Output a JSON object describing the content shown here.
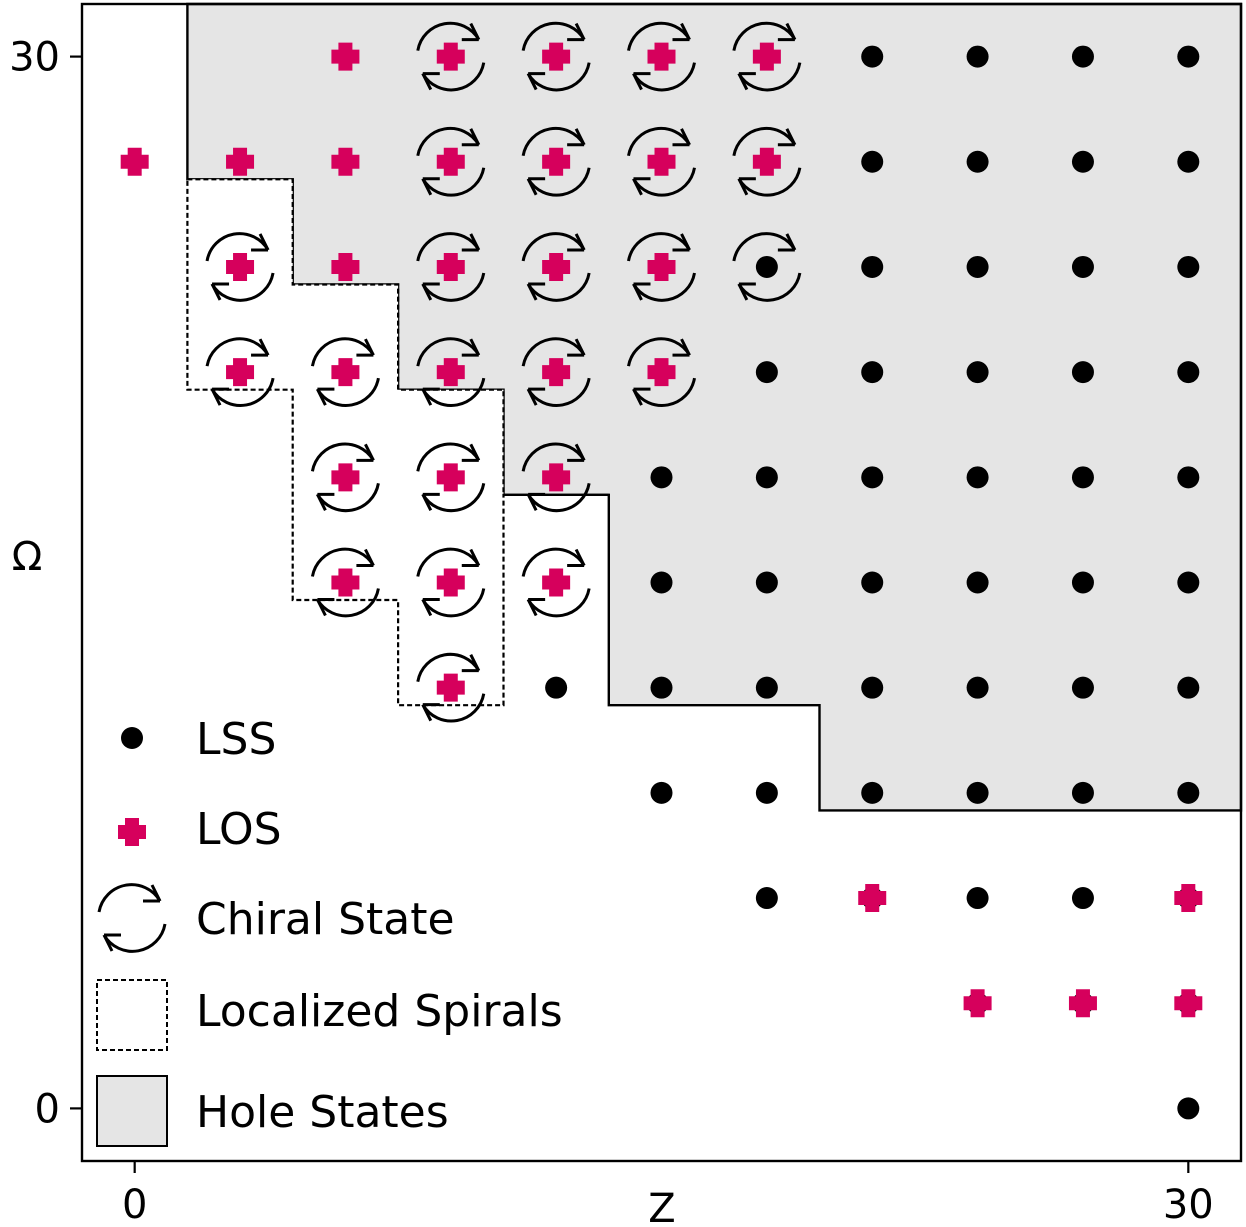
{
  "chart_data": {
    "type": "scatter",
    "xlabel": "Z",
    "ylabel": "Ω",
    "x_ticks": [
      {
        "value": 0,
        "label": "0"
      },
      {
        "value": 30,
        "label": "30"
      }
    ],
    "y_ticks": [
      {
        "value": 0,
        "label": "0"
      },
      {
        "value": 30,
        "label": "30"
      }
    ],
    "xlim": [
      -1.5,
      31.5
    ],
    "ylim": [
      -1.5,
      31.5
    ],
    "grid": false,
    "legend_position": "bottom-left",
    "colors": {
      "lss": "#000000",
      "los": "#d6005c",
      "hole_fill": "#e5e5e5",
      "frame": "#000000"
    },
    "legend": [
      {
        "key": "lss",
        "label": "LSS"
      },
      {
        "key": "los",
        "label": "LOS"
      },
      {
        "key": "chiral",
        "label": "Chiral State"
      },
      {
        "key": "spirals",
        "label": "Localized Spirals"
      },
      {
        "key": "hole",
        "label": "Hole States"
      }
    ],
    "hole_states_boundary": [
      [
        1.5,
        31.5
      ],
      [
        1.5,
        26.5
      ],
      [
        4.5,
        26.5
      ],
      [
        4.5,
        23.5
      ],
      [
        7.5,
        23.5
      ],
      [
        7.5,
        20.5
      ],
      [
        10.5,
        20.5
      ],
      [
        10.5,
        17.5
      ],
      [
        13.5,
        17.5
      ],
      [
        13.5,
        11.5
      ],
      [
        19.5,
        11.5
      ],
      [
        19.5,
        8.5
      ],
      [
        31.5,
        8.5
      ],
      [
        31.5,
        31.5
      ]
    ],
    "localized_spirals_boundary": [
      [
        1.5,
        26.5
      ],
      [
        4.5,
        26.5
      ],
      [
        4.5,
        23.5
      ],
      [
        7.5,
        23.5
      ],
      [
        7.5,
        20.5
      ],
      [
        10.5,
        20.5
      ],
      [
        10.5,
        17.5
      ],
      [
        13.5,
        17.5
      ],
      [
        10.5,
        17.5
      ],
      [
        10.5,
        11.5
      ],
      [
        7.5,
        11.5
      ],
      [
        7.5,
        14.5
      ],
      [
        4.5,
        14.5
      ],
      [
        4.5,
        20.5
      ],
      [
        1.5,
        20.5
      ]
    ],
    "series": [
      {
        "name": "LSS",
        "marker": "circle",
        "points": [
          [
            21,
            30
          ],
          [
            24,
            30
          ],
          [
            27,
            30
          ],
          [
            30,
            30
          ],
          [
            21,
            27
          ],
          [
            24,
            27
          ],
          [
            27,
            27
          ],
          [
            30,
            27
          ],
          [
            18,
            24
          ],
          [
            21,
            24
          ],
          [
            24,
            24
          ],
          [
            27,
            24
          ],
          [
            30,
            24
          ],
          [
            18,
            21
          ],
          [
            21,
            21
          ],
          [
            24,
            21
          ],
          [
            27,
            21
          ],
          [
            30,
            21
          ],
          [
            15,
            18
          ],
          [
            18,
            18
          ],
          [
            21,
            18
          ],
          [
            24,
            18
          ],
          [
            27,
            18
          ],
          [
            30,
            18
          ],
          [
            15,
            15
          ],
          [
            18,
            15
          ],
          [
            21,
            15
          ],
          [
            24,
            15
          ],
          [
            27,
            15
          ],
          [
            30,
            15
          ],
          [
            12,
            12
          ],
          [
            15,
            12
          ],
          [
            18,
            12
          ],
          [
            21,
            12
          ],
          [
            24,
            12
          ],
          [
            27,
            12
          ],
          [
            30,
            12
          ],
          [
            15,
            9
          ],
          [
            18,
            9
          ],
          [
            21,
            9
          ],
          [
            24,
            9
          ],
          [
            27,
            9
          ],
          [
            30,
            9
          ],
          [
            18,
            6
          ],
          [
            21,
            6
          ],
          [
            24,
            6
          ],
          [
            27,
            6
          ],
          [
            30,
            6
          ],
          [
            24,
            3
          ],
          [
            27,
            3
          ],
          [
            30,
            3
          ],
          [
            30,
            0
          ]
        ]
      },
      {
        "name": "LOS",
        "marker": "plus",
        "points": [
          [
            6,
            30
          ],
          [
            9,
            30
          ],
          [
            12,
            30
          ],
          [
            15,
            30
          ],
          [
            18,
            30
          ],
          [
            0,
            27
          ],
          [
            3,
            27
          ],
          [
            6,
            27
          ],
          [
            9,
            27
          ],
          [
            12,
            27
          ],
          [
            15,
            27
          ],
          [
            18,
            27
          ],
          [
            3,
            24
          ],
          [
            6,
            24
          ],
          [
            9,
            24
          ],
          [
            12,
            24
          ],
          [
            15,
            24
          ],
          [
            3,
            21
          ],
          [
            6,
            21
          ],
          [
            9,
            21
          ],
          [
            12,
            21
          ],
          [
            15,
            21
          ],
          [
            6,
            18
          ],
          [
            9,
            18
          ],
          [
            12,
            18
          ],
          [
            6,
            15
          ],
          [
            9,
            15
          ],
          [
            12,
            15
          ],
          [
            9,
            12
          ],
          [
            21,
            6
          ],
          [
            30,
            6
          ],
          [
            24,
            3
          ],
          [
            27,
            3
          ],
          [
            30,
            3
          ]
        ]
      },
      {
        "name": "Chiral State",
        "marker": "arrows",
        "points": [
          [
            9,
            30
          ],
          [
            12,
            30
          ],
          [
            15,
            30
          ],
          [
            18,
            30
          ],
          [
            9,
            27
          ],
          [
            12,
            27
          ],
          [
            15,
            27
          ],
          [
            18,
            27
          ],
          [
            3,
            24
          ],
          [
            9,
            24
          ],
          [
            12,
            24
          ],
          [
            15,
            24
          ],
          [
            18,
            24
          ],
          [
            3,
            21
          ],
          [
            6,
            21
          ],
          [
            9,
            21
          ],
          [
            12,
            21
          ],
          [
            15,
            21
          ],
          [
            6,
            18
          ],
          [
            9,
            18
          ],
          [
            12,
            18
          ],
          [
            6,
            15
          ],
          [
            9,
            15
          ],
          [
            12,
            15
          ],
          [
            9,
            12
          ]
        ]
      }
    ]
  }
}
